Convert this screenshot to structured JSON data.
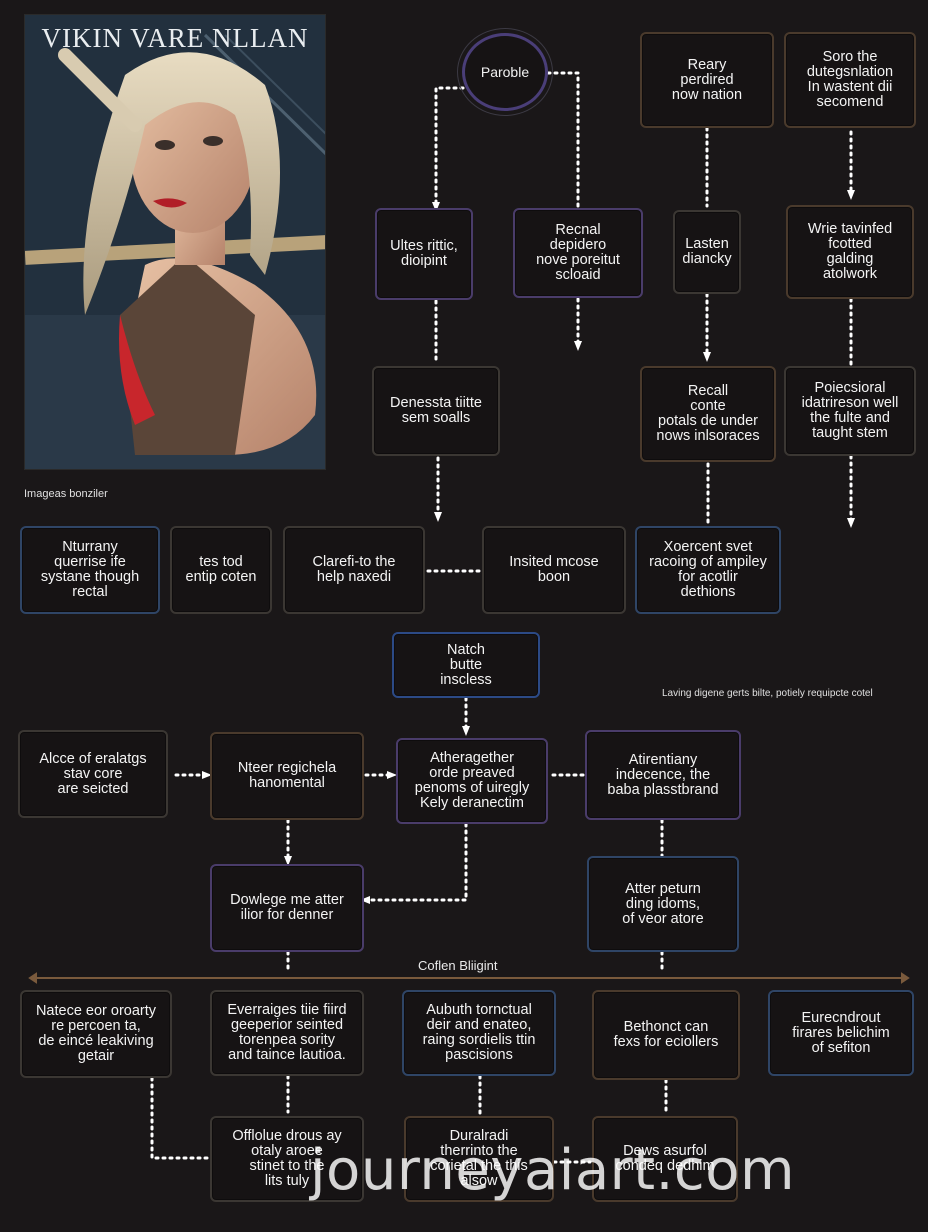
{
  "poster": {
    "title": "VIKIN VARE NLLAN"
  },
  "captions": {
    "image_caption": "Imageas bonziler",
    "right_note": "Laving digene gerts bilte, potiely requipcte cotel",
    "section_label": "Coflen Bliigint"
  },
  "circle": {
    "label": "Paroble"
  },
  "nodes": [
    {
      "id": "n1",
      "label": "Reary\nperdired\nnow nation"
    },
    {
      "id": "n2",
      "label": "Soro the\ndutegsnlation\nIn wastent dii\nsecomend"
    },
    {
      "id": "n3",
      "label": "Ultes rittic,\ndioipint"
    },
    {
      "id": "n4",
      "label": "Recnal\ndepidero\nnove poreitut\nscloaid"
    },
    {
      "id": "n5",
      "label": "Lasten\ndiancky"
    },
    {
      "id": "n6",
      "label": "Wrie tavinfed\nfcotted\ngalding\natolwork"
    },
    {
      "id": "n7",
      "label": "Denessta tiitte\nsem soalls"
    },
    {
      "id": "n8",
      "label": "Recall\nconte\npotals de under\nnows inlsoraces"
    },
    {
      "id": "n9",
      "label": "Poiecsioral\nidatrireson well\nthe fulte and\ntaught stem"
    },
    {
      "id": "n10",
      "label": "Nturrany\nquerrise ife\nsystane though\nrectal"
    },
    {
      "id": "n11",
      "label": "tes tod\nentip coten"
    },
    {
      "id": "n12",
      "label": "Clarefi-to the\nhelp naxedi"
    },
    {
      "id": "n13",
      "label": "Insited mcose\nboon"
    },
    {
      "id": "n14",
      "label": "Xoercent svet\nracoing of ampiley\nfor acotlir\ndethions"
    },
    {
      "id": "n15",
      "label": "Natch\nbutte\ninscless"
    },
    {
      "id": "n16",
      "label": "Alcce of eralatgs\nstav core\nare seicted"
    },
    {
      "id": "n17",
      "label": "Nteer regichela\nhanomental"
    },
    {
      "id": "n18",
      "label": "Atheragether\norde preaved\npenoms of uiregly\nKely deranectim"
    },
    {
      "id": "n19",
      "label": "Atirentiany\nindecence, the\nbaba plasstbrand"
    },
    {
      "id": "n20",
      "label": "Dowlege me atter\nilior for denner"
    },
    {
      "id": "n21",
      "label": "Atter peturn\nding idoms,\nof veor atore"
    },
    {
      "id": "n22",
      "label": "Natece eor oroarty\nre percoen ta,\nde eincé leakiving\ngetair"
    },
    {
      "id": "n23",
      "label": "Everraiges tiie fiird\ngeeperior seinted\ntorenpea sority\nand taince lautioa."
    },
    {
      "id": "n24",
      "label": "Aubuth tornctual\ndeir and enateo,\nraing sordielis ttin\npascisions"
    },
    {
      "id": "n25",
      "label": "Bethonct can\nfexs for eciollers"
    },
    {
      "id": "n26",
      "label": "Eurecndrout\nfirares belichim\nof sefiton"
    },
    {
      "id": "n27",
      "label": "Offlolue drous ay\notaly aroee\nstinet to the\nlits tuly"
    },
    {
      "id": "n28",
      "label": "Duralradi\ntherrinto the\ncorietal the this\nalsow"
    },
    {
      "id": "n29",
      "label": "Dews asurfol\ncondeq dedhim"
    }
  ],
  "watermark": "journeyaiart.com",
  "colors": {
    "background": "#1a1718",
    "connector": "#ffffff",
    "accent_purple": "#4a3e78",
    "accent_blue": "#2c4a86",
    "accent_brown": "#4a3a2c"
  }
}
